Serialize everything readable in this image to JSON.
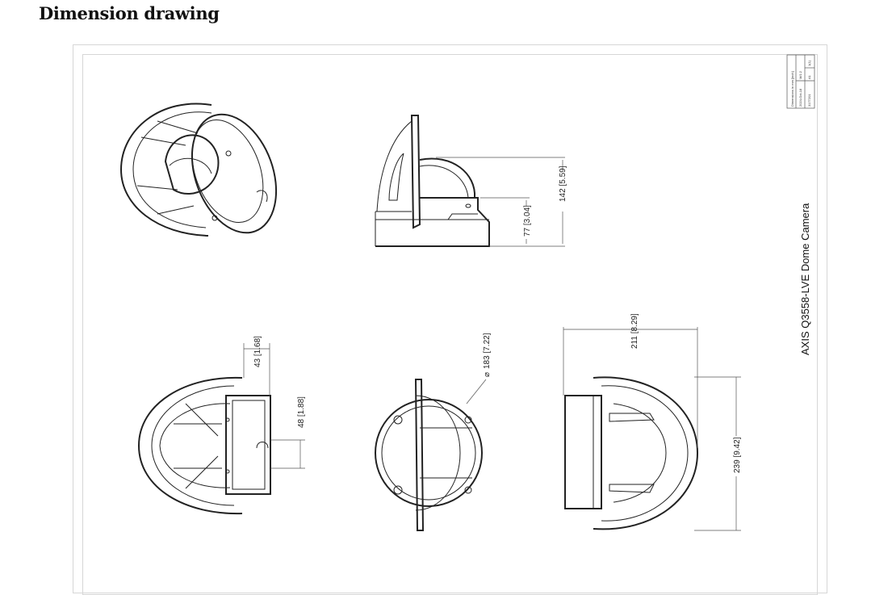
{
  "page": {
    "title": "Dimension drawing"
  },
  "drawing": {
    "product_name": "AXIS Q3558-LVE Dome Camera",
    "title_block": {
      "units": "Dimensions in mm [inch]",
      "date": "2024-Oct-18",
      "drawing_number": "3177201",
      "scale": "M/1:2",
      "size": "A1",
      "sheet": "1(1)"
    },
    "dimensions": {
      "total_height": "142  [5.59]",
      "base_height": "77  [3.04]",
      "shield_offset": "43  [1.68]",
      "mount_depth": "48  [1.88]",
      "diameter": "183  [7.22]",
      "diameter_symbol": "⌀",
      "width": "211  [8.29]",
      "length": "239  [9.42]"
    }
  }
}
